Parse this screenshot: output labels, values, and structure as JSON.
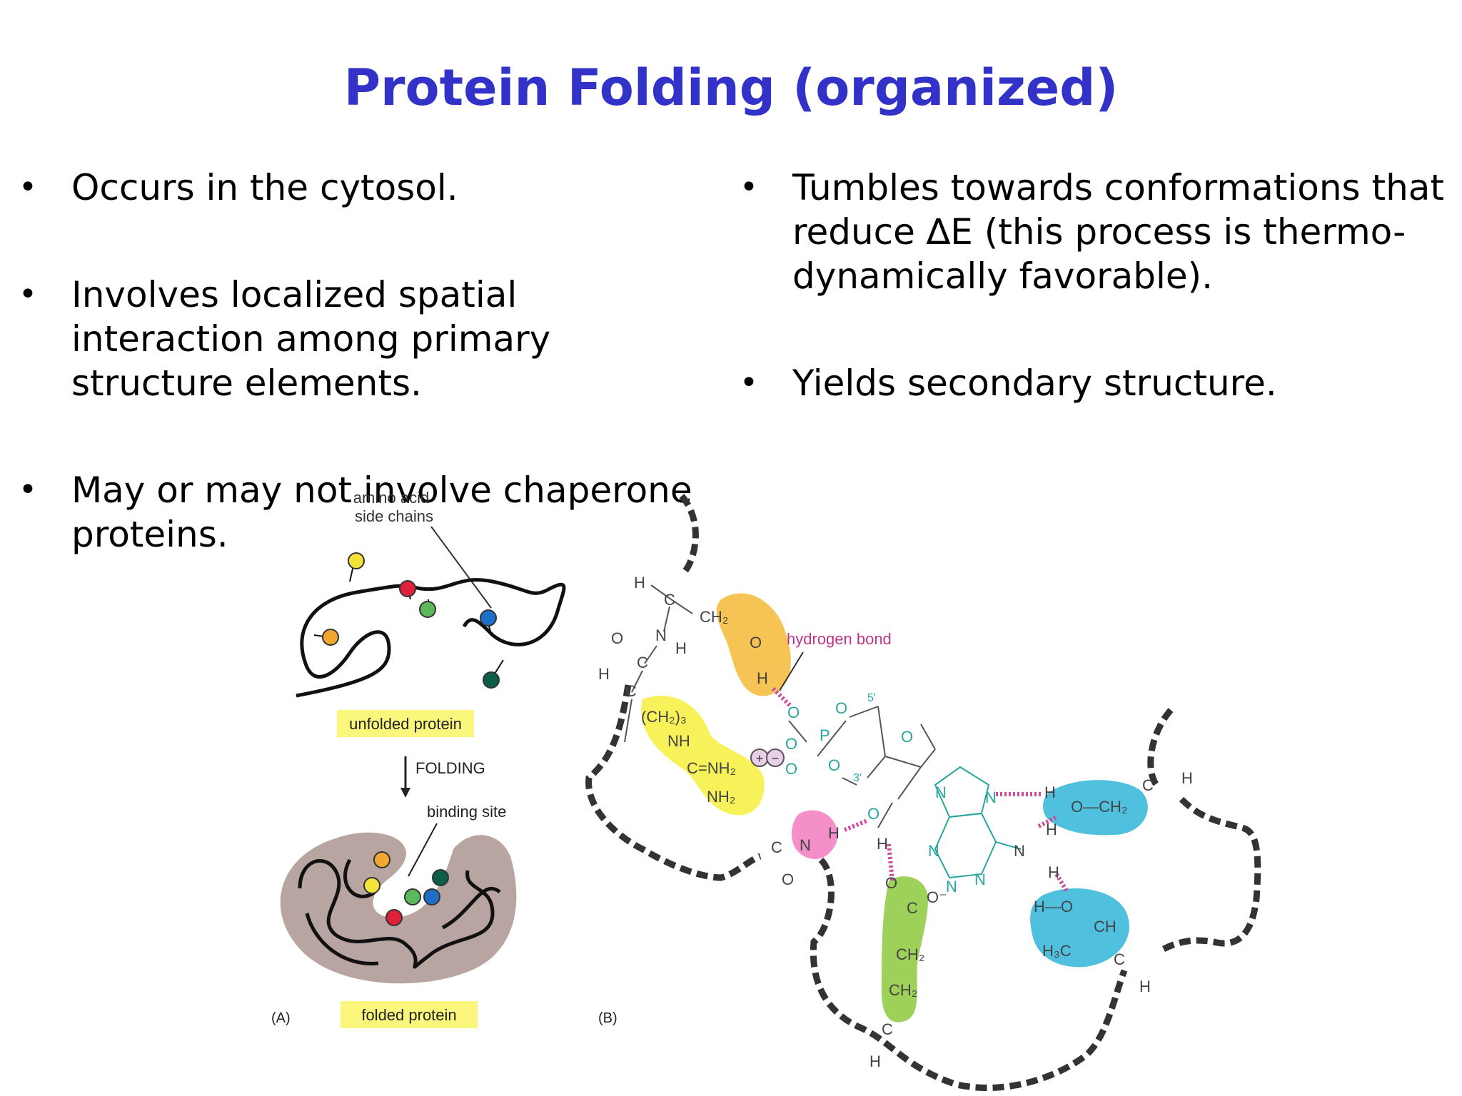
{
  "slide": {
    "title": "Protein Folding (organized)",
    "left_bullets": [
      "Occurs in the cytosol.",
      "Involves localized spatial interaction among primary structure elements.",
      "May or may not involve chaperone proteins."
    ],
    "right_bullets": [
      "Tumbles towards conformations that reduce ∆E (this process is thermo-dynamically favorable).",
      "Yields secondary structure."
    ]
  },
  "figure_a": {
    "side_chains_label_line1": "amino acid",
    "side_chains_label_line2": "side chains",
    "unfolded_label": "unfolded protein",
    "arrow_label": "FOLDING",
    "binding_site_label": "binding site",
    "folded_label": "folded protein",
    "panel_label": "(A)"
  },
  "figure_b": {
    "hydrogen_bond_label": "hydrogen bond",
    "panel_label": "(B)",
    "atoms": {
      "H": "H",
      "C": "C",
      "N": "N",
      "O": "O",
      "P": "P",
      "CH2": "CH₂",
      "CH2_3": "(CH₂)₃",
      "NH": "NH",
      "NH2": "NH₂",
      "C_eq_NH2": "C=NH₂",
      "H3C": "H₃C",
      "CH": "CH",
      "O_minus": "O⁻",
      "five_prime": "5'",
      "three_prime": "3'",
      "plus": "+",
      "minus": "−",
      "HO": "H—O",
      "OCH2": "O—CH₂"
    }
  }
}
